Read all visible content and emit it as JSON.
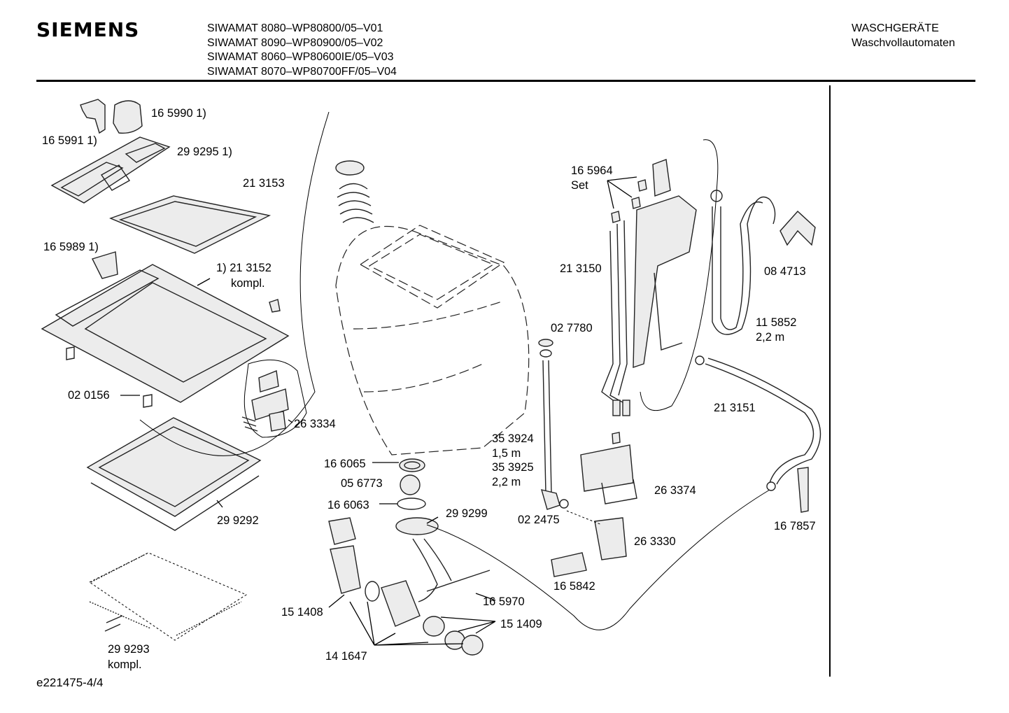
{
  "header": {
    "brand": "SIEMENS",
    "models": [
      "SIWAMAT 8080–WP80800/05–V01",
      "SIWAMAT 8090–WP80900/05–V02",
      "SIWAMAT 8060–WP80600IE/05–V03",
      "SIWAMAT 8070–WP80700FF/05–V04"
    ],
    "category": "WASCHGERÄTE",
    "subcategory": "Waschvollautomaten"
  },
  "footer": {
    "drawing_id": "e221475-4/4"
  },
  "labels": {
    "l01": "16 5990 1)",
    "l02": "16 5991 1)",
    "l03": "29 9295 1)",
    "l04": "21 3153",
    "l05": "16 5989 1)",
    "l06a": "1) 21 3152",
    "l06b": "kompl.",
    "l07": "02 0156",
    "l08": "26 3334",
    "l09": "29 9292",
    "l10a": "29 9293",
    "l10b": "kompl.",
    "l11": "16 6065",
    "l12": "05 6773",
    "l13": "16 6063",
    "l14": "29 9299",
    "l15": "15 1408",
    "l16": "16 5970",
    "l17": "15 1409",
    "l18": "14 1647",
    "l19": "02 7780",
    "l20a": "35 3924",
    "l20b": "1,5 m",
    "l20c": "35 3925",
    "l20d": "2,2 m",
    "l21": "02 2475",
    "l22": "16 5842",
    "l23": "26 3330",
    "l24": "26 3374",
    "l25a": "16 5964",
    "l25b": "Set",
    "l26": "21 3150",
    "l27": "08 4713",
    "l28a": "11 5852",
    "l28b": "2,2 m",
    "l29": "21 3151",
    "l30": "16 7857"
  }
}
